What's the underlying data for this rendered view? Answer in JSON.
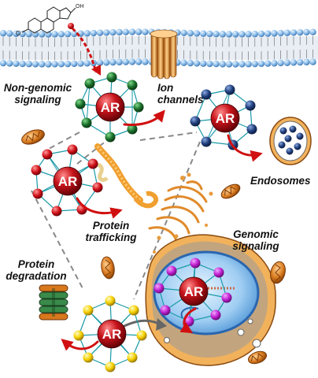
{
  "hub_text": "AR",
  "labels": {
    "non_genomic": [
      "Non-genomic",
      "signaling"
    ],
    "ion_channels": [
      "Ion",
      "channels"
    ],
    "endosomes": "Endosomes",
    "protein_trafficking": [
      "Protein",
      "trafficking"
    ],
    "genomic": [
      "Genomic",
      "signaling"
    ],
    "protein_degradation": [
      "Protein",
      "degradation"
    ]
  },
  "colors": {
    "membrane": "#7fb4e4",
    "hub": "#c8141c",
    "arrow": "#d01010",
    "edge": "#1a9aa8",
    "green_nodes": "#1a6e2a",
    "navy_nodes": "#1f3e7c",
    "red_nodes": "#d01018",
    "magenta_nodes": "#c020d0",
    "yellow_nodes": "#f5d000",
    "mitochondria": "#d8781c",
    "nucleus": "#6aaee8",
    "cell_body": "#f0b060"
  }
}
